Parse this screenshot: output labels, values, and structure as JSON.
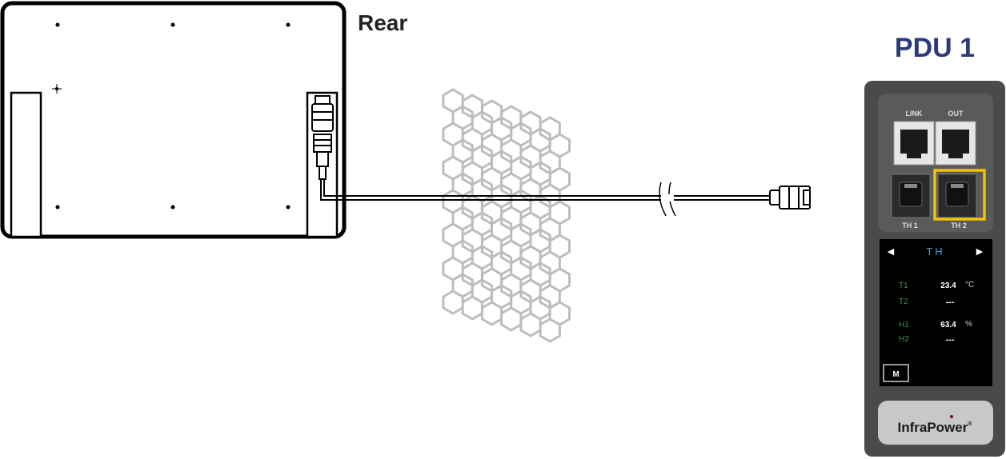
{
  "rear_label": "Rear",
  "pdu": {
    "title": "PDU 1",
    "ports": {
      "link_label": "LINK",
      "out_label": "OUT",
      "th1_label": "TH 1",
      "th2_label": "TH 2",
      "highlight_color": "#f2c300"
    },
    "display": {
      "left_arrow": "◀",
      "right_arrow": "▶",
      "mode_title": "TH",
      "readings": [
        {
          "label": "T1",
          "value": "23.4",
          "unit": "°C"
        },
        {
          "label": "T2",
          "value": "---",
          "unit": ""
        },
        {
          "label": "H1",
          "value": "63.4",
          "unit": "%"
        },
        {
          "label": "H2",
          "value": "---",
          "unit": ""
        }
      ],
      "menu_button": "M"
    },
    "brand": {
      "part1": "Infra",
      "part2": "Power",
      "mark": "®"
    }
  },
  "colors": {
    "pdu_body": "#4a4a4a",
    "title_blue": "#2b3a7e",
    "screen_title": "#3fa0e0",
    "reading_label": "#2e9a4e",
    "mesh": "#bdbdbd"
  }
}
